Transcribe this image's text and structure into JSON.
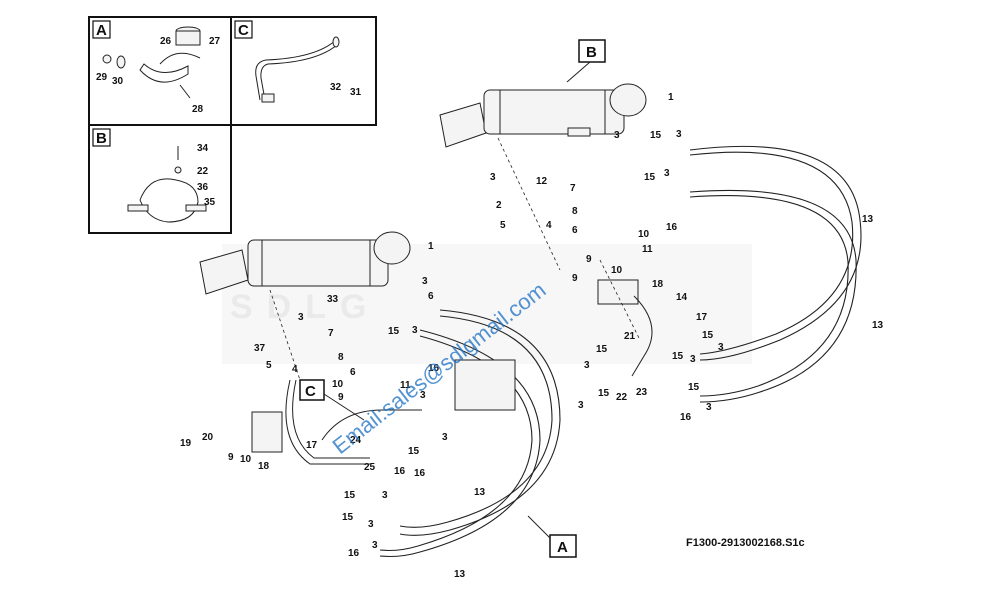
{
  "watermark": "SDLG",
  "email_watermark": "Email:sales@sdlgmail.com",
  "drawing_code": "F1300-2913002168.S1c",
  "detail_panels": [
    {
      "letter": "A",
      "labels": [
        "26",
        "27",
        "29",
        "30",
        "28"
      ]
    },
    {
      "letter": "B",
      "labels": [
        "34",
        "22",
        "36",
        "35"
      ]
    },
    {
      "letter": "C",
      "labels": [
        "32",
        "31"
      ]
    }
  ],
  "callouts": {
    "A": "A",
    "B": "B",
    "C": "C"
  },
  "part_numbers": [
    "1",
    "2",
    "3",
    "4",
    "5",
    "6",
    "7",
    "8",
    "9",
    "10",
    "11",
    "12",
    "13",
    "14",
    "15",
    "16",
    "17",
    "18",
    "19",
    "20",
    "21",
    "22",
    "23",
    "24",
    "25",
    "33",
    "37"
  ]
}
